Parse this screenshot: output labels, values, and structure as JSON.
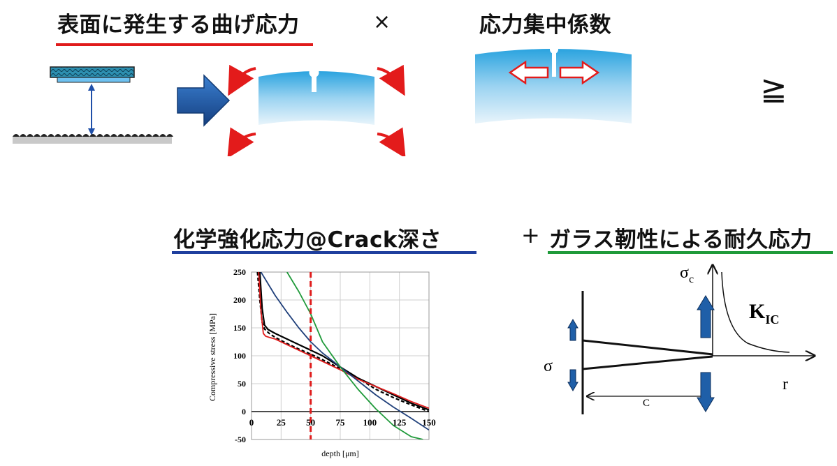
{
  "headings": {
    "bending_stress": "表面に発生する曲げ応力",
    "times": "×",
    "concentration_factor": "応力集中係数",
    "geq": "≧",
    "chemical_stress": "化学強化応力@Crack深さ",
    "plus": "+",
    "toughness_stress": "ガラス靭性による耐久応力"
  },
  "colors": {
    "red_underline": "#e01b1b",
    "blue_underline": "#1f3f9e",
    "green_underline": "#1f9a3a",
    "arrow_blue": "#1f5fa8",
    "glass_top": "#3aa6dc",
    "red_arrow": "#e31b1b"
  },
  "chart_data": {
    "type": "line",
    "xlabel": "depth [μm]",
    "ylabel": "Compressive stress [MPa]",
    "xlim": [
      0,
      150
    ],
    "ylim": [
      -50,
      250
    ],
    "xticks": [
      0,
      25,
      50,
      75,
      100,
      125,
      150
    ],
    "yticks": [
      250,
      200,
      150,
      100,
      50,
      0,
      -50
    ],
    "grid": true,
    "marker_line": {
      "x": 50,
      "color": "#e01b1b",
      "style": "dashed"
    },
    "series": [
      {
        "color": "#000000",
        "style": "solid",
        "x": [
          7,
          9,
          11,
          14,
          20,
          30,
          40,
          50,
          60,
          75,
          90,
          105,
          120,
          135,
          150
        ],
        "y": [
          250,
          185,
          155,
          147,
          140,
          130,
          120,
          110,
          100,
          80,
          60,
          45,
          30,
          15,
          3
        ]
      },
      {
        "color": "#000000",
        "style": "dashed",
        "x": [
          5,
          7,
          9,
          11,
          15,
          20,
          30,
          40,
          50,
          60,
          75,
          90,
          105,
          120,
          135,
          150
        ],
        "y": [
          250,
          200,
          160,
          148,
          140,
          133,
          122,
          112,
          103,
          93,
          77,
          60,
          40,
          25,
          12,
          0
        ]
      },
      {
        "color": "#e01b1b",
        "style": "solid",
        "x": [
          6,
          8,
          10,
          12,
          15,
          20,
          30,
          40,
          50,
          60,
          75,
          90,
          105,
          120,
          135,
          150
        ],
        "y": [
          250,
          180,
          140,
          135,
          133,
          130,
          120,
          110,
          100,
          90,
          75,
          58,
          45,
          32,
          18,
          6
        ]
      },
      {
        "color": "#1f3f7a",
        "style": "solid",
        "x": [
          8,
          20,
          30,
          40,
          50,
          60,
          75,
          90,
          105,
          120,
          135,
          150
        ],
        "y": [
          250,
          208,
          178,
          150,
          125,
          105,
          80,
          55,
          30,
          8,
          -12,
          -33
        ]
      },
      {
        "color": "#1f9a3a",
        "style": "solid",
        "x": [
          30,
          40,
          50,
          60,
          75,
          90,
          105,
          120,
          135,
          145
        ],
        "y": [
          250,
          215,
          175,
          125,
          80,
          40,
          5,
          -25,
          -45,
          -50
        ]
      }
    ]
  },
  "crack_diagram": {
    "sigma_c": "σ",
    "sigma_c_sub": "c",
    "k": "K",
    "k_sub": "IC",
    "sigma": "σ",
    "r": "r",
    "c": "C"
  }
}
